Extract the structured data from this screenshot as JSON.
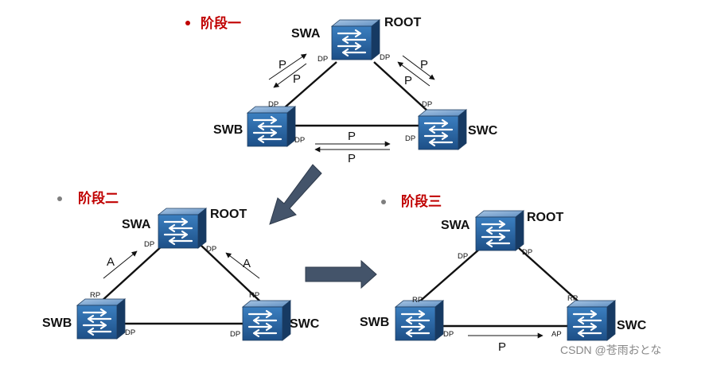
{
  "stages": [
    {
      "title": "阶段一",
      "bullet_color": "#c00000",
      "switches": {
        "root_label": "ROOT",
        "top": "SWA",
        "left": "SWB",
        "right": "SWC"
      },
      "ports": {
        "top_left": "DP",
        "top_right": "DP",
        "left_up": "DP",
        "left_right": "DP",
        "right_up": "DP",
        "right_left": "DP"
      },
      "messages": {
        "left_out": "P",
        "left_back": "P",
        "right_out": "P",
        "right_back": "P",
        "bottom_out": "P",
        "bottom_back": "P"
      }
    },
    {
      "title": "阶段二",
      "bullet_color": "#7f7f7f",
      "switches": {
        "root_label": "ROOT",
        "top": "SWA",
        "left": "SWB",
        "right": "SWC"
      },
      "ports": {
        "top_left": "DP",
        "top_right": "DP",
        "left_up": "RP",
        "left_right": "DP",
        "right_up": "RP",
        "right_left": "DP"
      },
      "messages": {
        "left": "A",
        "right": "A"
      }
    },
    {
      "title": "阶段三",
      "bullet_color": "#7f7f7f",
      "switches": {
        "root_label": "ROOT",
        "top": "SWA",
        "left": "SWB",
        "right": "SWC"
      },
      "ports": {
        "top_left": "DP",
        "top_right": "DP",
        "left_up": "RP",
        "left_right": "DP",
        "right_up": "RP",
        "right_left": "AP"
      },
      "messages": {
        "bottom": "P"
      }
    }
  ],
  "colors": {
    "stage_title": "#c00000",
    "flow_arrow": "#44546a",
    "switch_face": "#2e6da4"
  },
  "icons": {
    "switch": "switch-icon",
    "flow": "flow-arrow"
  },
  "watermark": "CSDN @苍雨おとな"
}
